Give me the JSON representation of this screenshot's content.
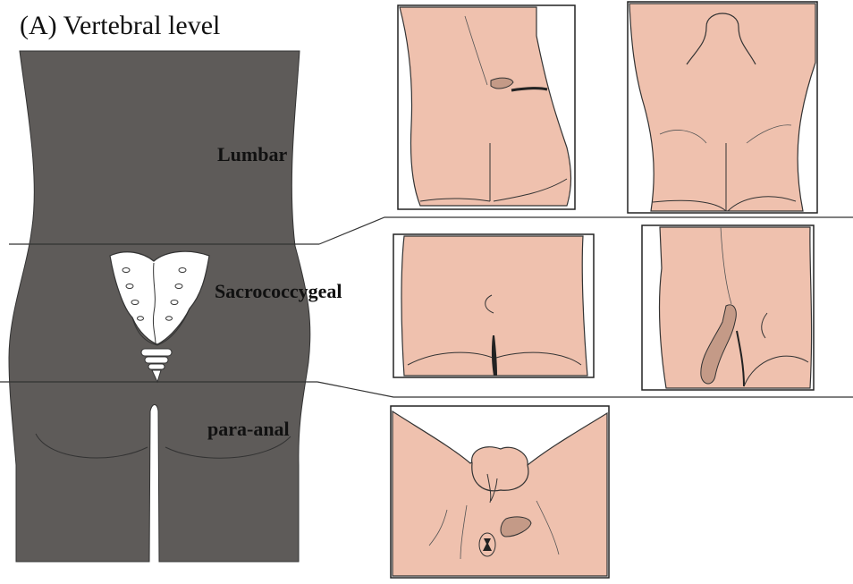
{
  "figure": {
    "title": "(A) Vertebral level",
    "regions": [
      {
        "id": "lumbar",
        "label": "Lumbar"
      },
      {
        "id": "sacrococcygeal",
        "label": "Sacrococcygeal"
      },
      {
        "id": "para_anal",
        "label": "para-anal"
      }
    ]
  },
  "colors": {
    "body_silhouette": "#5e5b59",
    "skin": "#efc1ae",
    "lesion": "#c49a87",
    "outline": "#333333",
    "bone": "#ffffff"
  }
}
